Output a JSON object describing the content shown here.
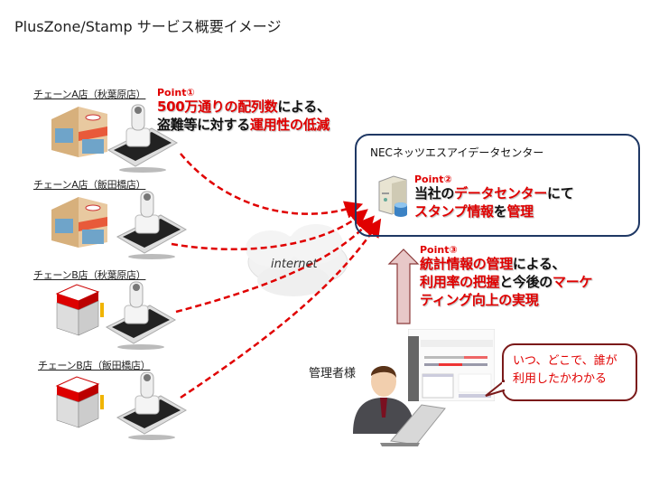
{
  "title": "PlusZone/Stamp サービス概要イメージ",
  "stores": [
    {
      "label": "チェーンA店（秋葉原店）",
      "type": "chain-a"
    },
    {
      "label": "チェーンA店（飯田橋店）",
      "type": "chain-a"
    },
    {
      "label": "チェーンB店（秋葉原店）",
      "type": "chain-b"
    },
    {
      "label": "チェーンB店（飯田橋店）",
      "type": "chain-b"
    }
  ],
  "point1": {
    "label": "Point①",
    "line1": [
      {
        "text": "500万通りの配列数",
        "red": true
      },
      {
        "text": "による、",
        "red": false
      }
    ],
    "line2": [
      {
        "text": "盗難等に対する",
        "red": false
      },
      {
        "text": "運用性の低減",
        "red": true
      }
    ]
  },
  "data_center": {
    "title": "NECネッツエスアイデータセンター",
    "point_label": "Point②",
    "line1": [
      {
        "text": "当社の",
        "red": false
      },
      {
        "text": "データセンター",
        "red": true
      },
      {
        "text": "にて",
        "red": false
      }
    ],
    "line2": [
      {
        "text": "スタンプ情報",
        "red": true
      },
      {
        "text": "を",
        "red": false
      },
      {
        "text": "管理",
        "red": true
      }
    ]
  },
  "internet_label": "internet",
  "point3": {
    "label": "Point③",
    "line1": [
      {
        "text": "統計情報の管理",
        "red": true
      },
      {
        "text": "による、",
        "red": false
      }
    ],
    "line2": [
      {
        "text": "利用率の把握",
        "red": true
      },
      {
        "text": "と今後の",
        "red": false
      },
      {
        "text": "マーケ",
        "red": true
      }
    ],
    "line3": [
      {
        "text": "ティング向上の実現",
        "red": true
      }
    ]
  },
  "admin_label": "管理者様",
  "bubble": {
    "line1": "いつ、どこで、誰が",
    "line2": "利用したかわかる"
  },
  "colors": {
    "accent_red": "#e00000",
    "box_border": "#1f3864",
    "bubble_border": "#7b1a1a",
    "arrow_fill": "#e8c8c8",
    "arrow_border": "#8b3a3a"
  }
}
